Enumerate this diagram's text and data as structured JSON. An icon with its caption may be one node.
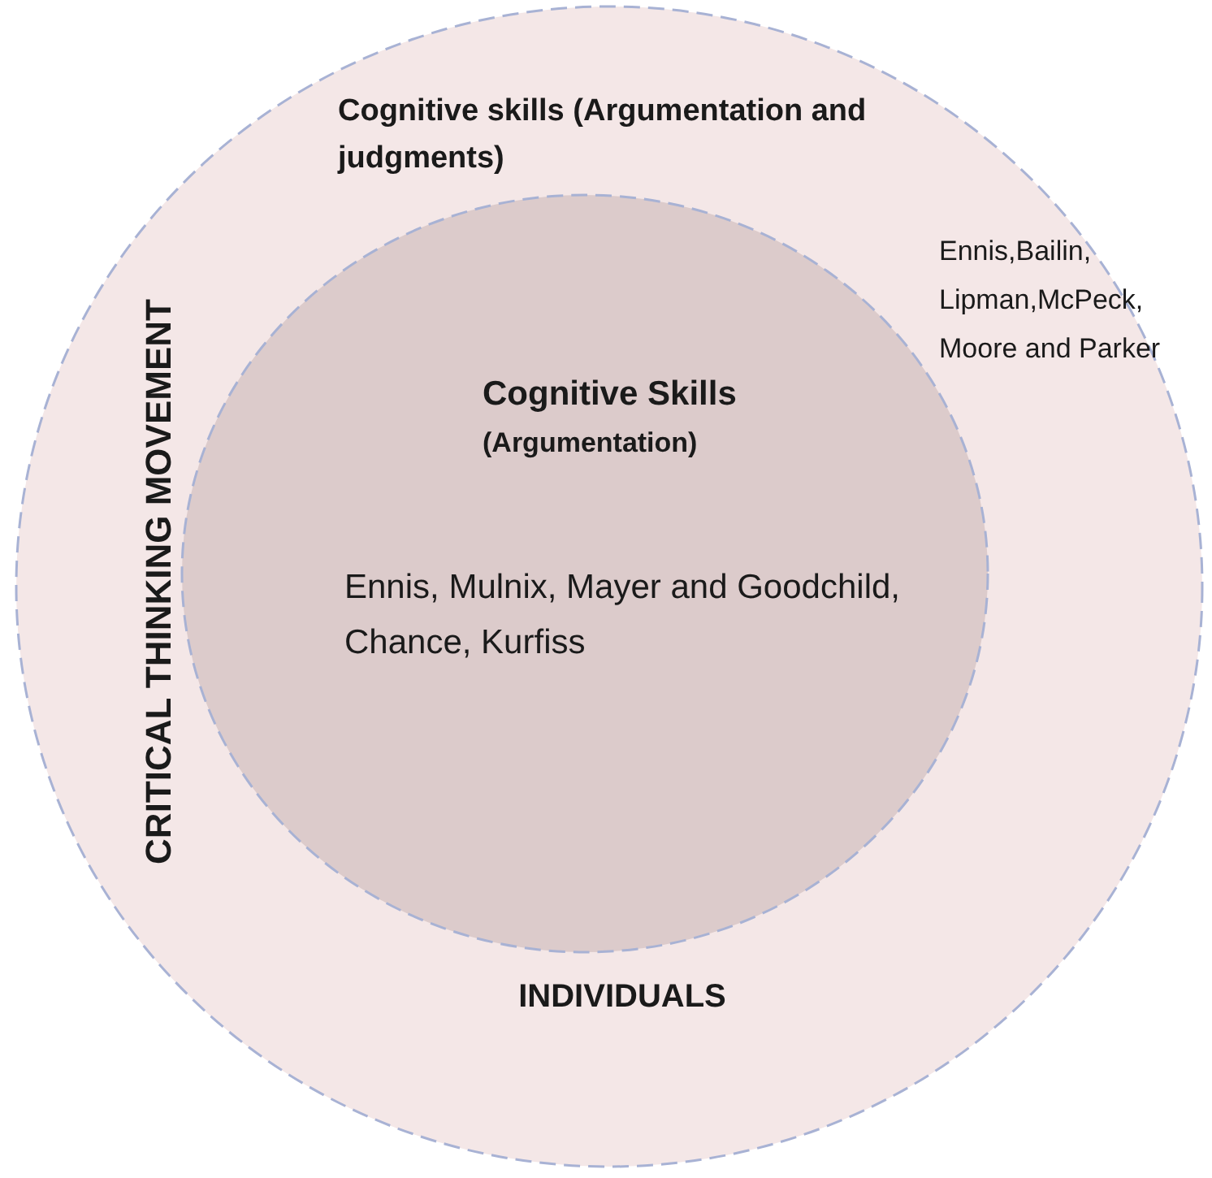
{
  "diagram": {
    "nodes": [
      {
        "text": [
          "Cognitive skills (Argumentation and judgments)",
          "Ennis,Bailin, Lipman,McPeck, Moore and Parker",
          "CRITICAL THINKING MOVEMENT",
          "INDIVIDUALS"
        ]
      },
      {
        "text": [
          "Cognitive Skills",
          "(Argumentation)",
          "Ennis, Mulnix, Mayer and Goodchild, Chance, Kurfiss"
        ],
        "in": 0
      }
    ],
    "edges": []
  }
}
